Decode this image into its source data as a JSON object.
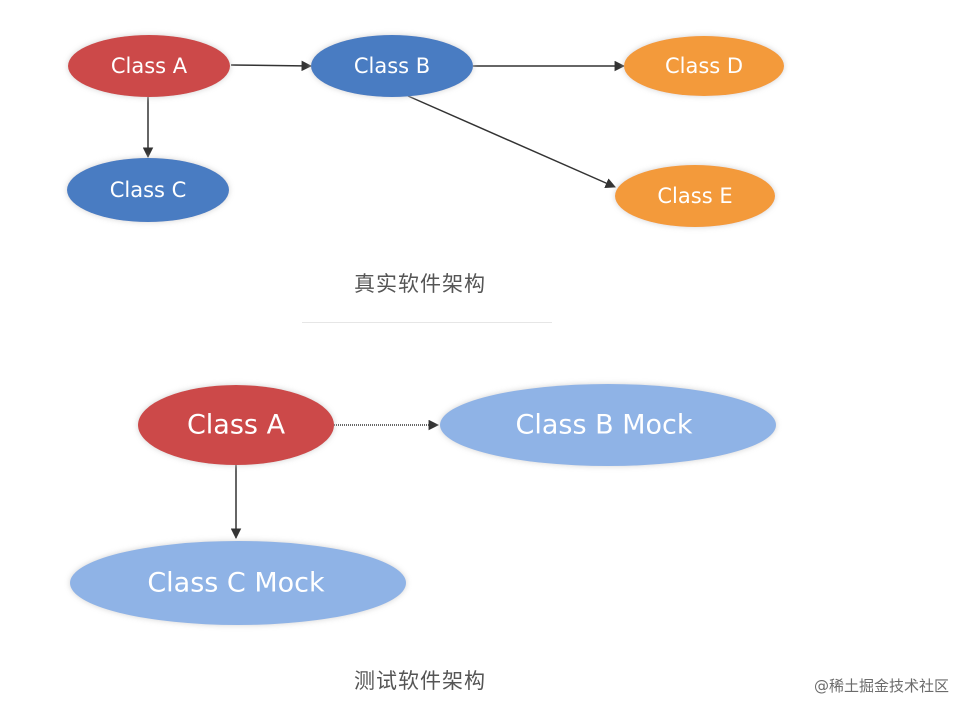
{
  "colors": {
    "red": "#cc4a4a",
    "blue": "#4a7cc2",
    "orange": "#f39a3a",
    "light_blue": "#8fb3e6",
    "arrow": "#333333"
  },
  "real": {
    "caption": "真实软件架构",
    "nodes": {
      "a": "Class A",
      "b": "Class B",
      "c": "Class C",
      "d": "Class D",
      "e": "Class E"
    }
  },
  "test": {
    "caption": "测试软件架构",
    "nodes": {
      "a": "Class A",
      "b_mock": "Class B Mock",
      "c_mock": "Class C Mock"
    }
  },
  "watermark": "@稀土掘金技术社区"
}
